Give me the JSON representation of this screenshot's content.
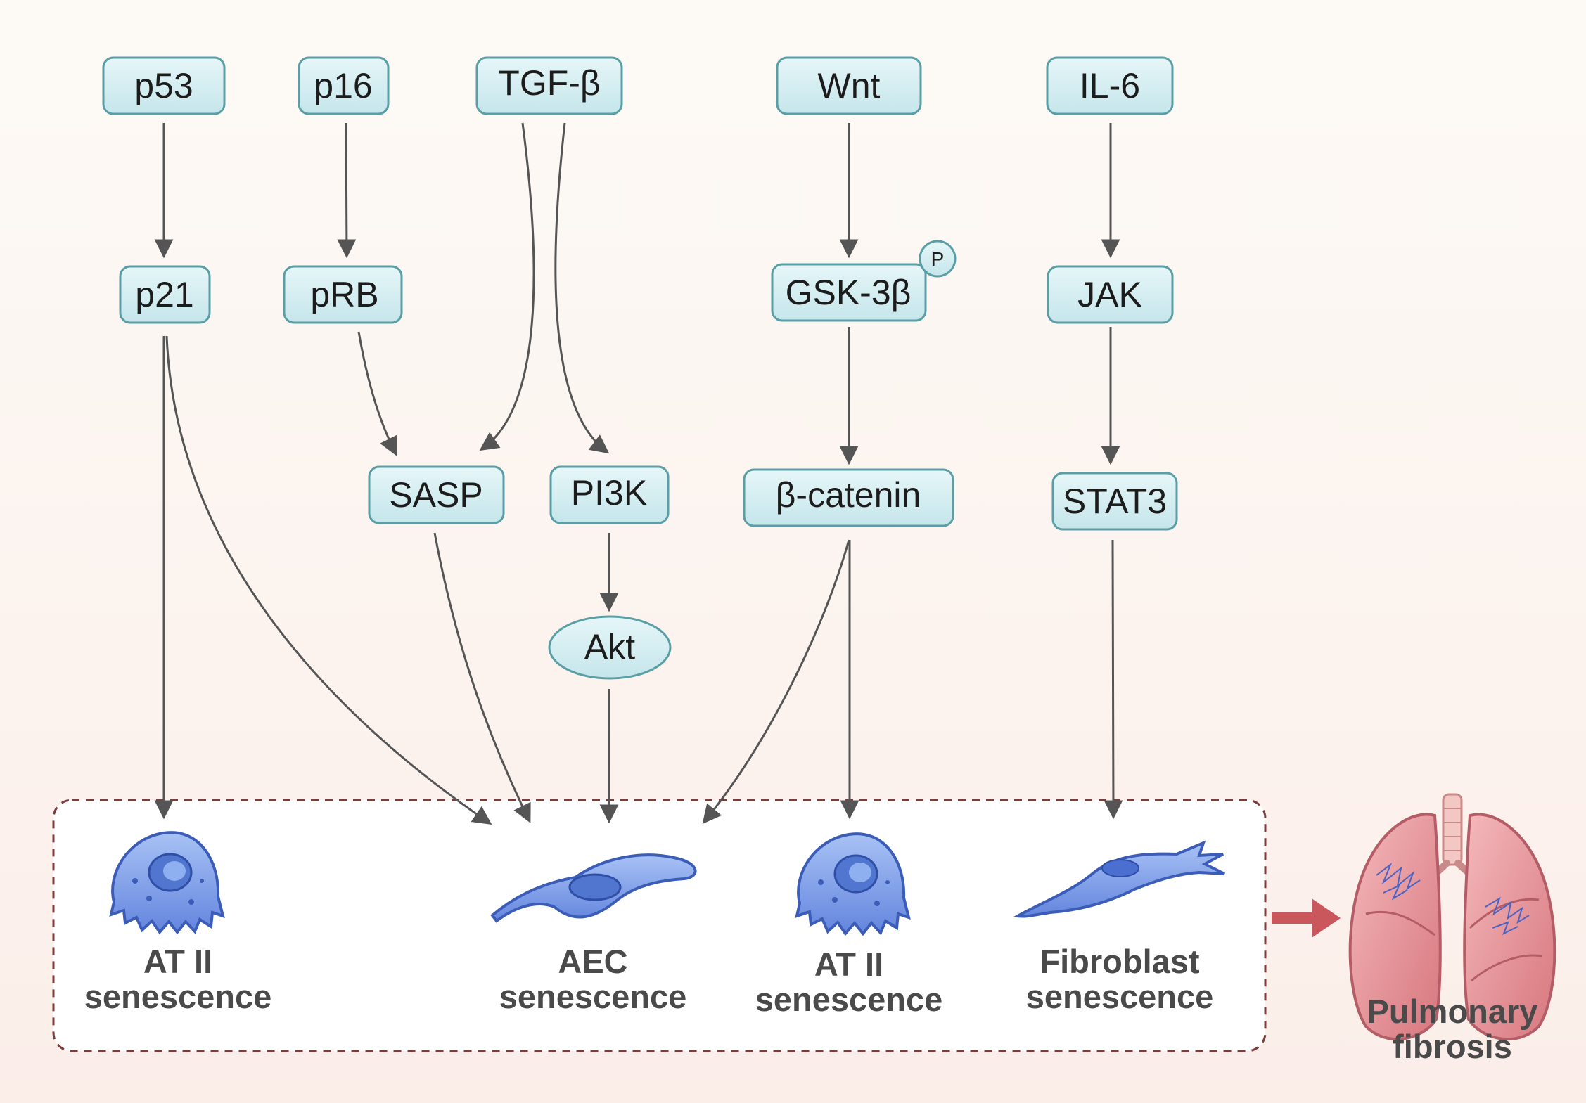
{
  "nodes": {
    "p53": "p53",
    "p16": "p16",
    "tgfb": "TGF-β",
    "wnt": "Wnt",
    "il6": "IL-6",
    "p21": "p21",
    "prb": "pRB",
    "gsk3b": "GSK-3β",
    "phospho": "P",
    "jak": "JAK",
    "sasp": "SASP",
    "pi3k": "PI3K",
    "bcatenin": "β-catenin",
    "stat3": "STAT3",
    "akt": "Akt"
  },
  "cells": {
    "at2_left": [
      "AT II",
      "senescence"
    ],
    "aec": [
      "AEC",
      "senescence"
    ],
    "at2_right": [
      "AT II",
      "senescence"
    ],
    "fibroblast": [
      "Fibroblast",
      "senescence"
    ]
  },
  "outcome": [
    "Pulmonary",
    "fibrosis"
  ],
  "colors": {
    "node_fill": "#d3edf1",
    "node_stroke": "#5a9ea6",
    "arrow": "#555555",
    "dashed_border": "#7d3b3b",
    "cell_blue": "#6f93e6",
    "cell_dark": "#3b5db7",
    "lung_pink": "#e79a9f",
    "red_arrow": "#c9575c"
  }
}
